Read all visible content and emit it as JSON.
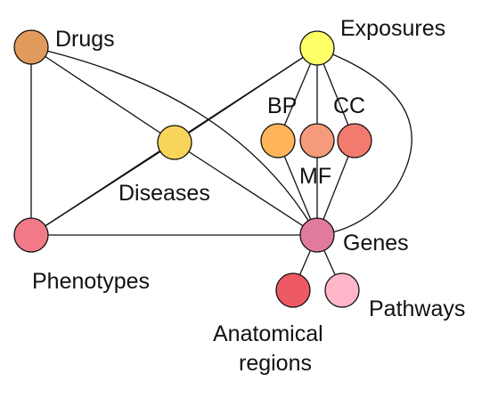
{
  "nodes": [
    {
      "id": "drugs",
      "label": "Drugs",
      "color": "#e09b5c"
    },
    {
      "id": "exposures",
      "label": "Exposures",
      "color": "#ffff66"
    },
    {
      "id": "bp",
      "label": "BP",
      "color": "#ffb45a"
    },
    {
      "id": "mf",
      "label": "MF",
      "color": "#f59a7a"
    },
    {
      "id": "cc",
      "label": "CC",
      "color": "#f27a6e"
    },
    {
      "id": "diseases",
      "label": "Diseases",
      "color": "#f8d45a"
    },
    {
      "id": "phenotypes",
      "label": "Phenotypes",
      "color": "#f27a88"
    },
    {
      "id": "genes",
      "label": "Genes",
      "color": "#e07a9e"
    },
    {
      "id": "anatomical",
      "label_line1": "Anatomical",
      "label_line2": "regions",
      "color": "#ee5a64"
    },
    {
      "id": "pathways",
      "label": "Pathways",
      "color": "#ffb6c8"
    }
  ],
  "edges": [
    [
      "drugs",
      "phenotypes"
    ],
    [
      "drugs",
      "diseases"
    ],
    [
      "drugs",
      "genes"
    ],
    [
      "exposures",
      "diseases"
    ],
    [
      "exposures",
      "phenotypes"
    ],
    [
      "exposures",
      "bp"
    ],
    [
      "exposures",
      "mf"
    ],
    [
      "exposures",
      "cc"
    ],
    [
      "exposures",
      "genes"
    ],
    [
      "diseases",
      "phenotypes"
    ],
    [
      "diseases",
      "genes"
    ],
    [
      "phenotypes",
      "genes"
    ],
    [
      "bp",
      "genes"
    ],
    [
      "mf",
      "genes"
    ],
    [
      "cc",
      "genes"
    ],
    [
      "genes",
      "anatomical"
    ],
    [
      "genes",
      "pathways"
    ]
  ]
}
